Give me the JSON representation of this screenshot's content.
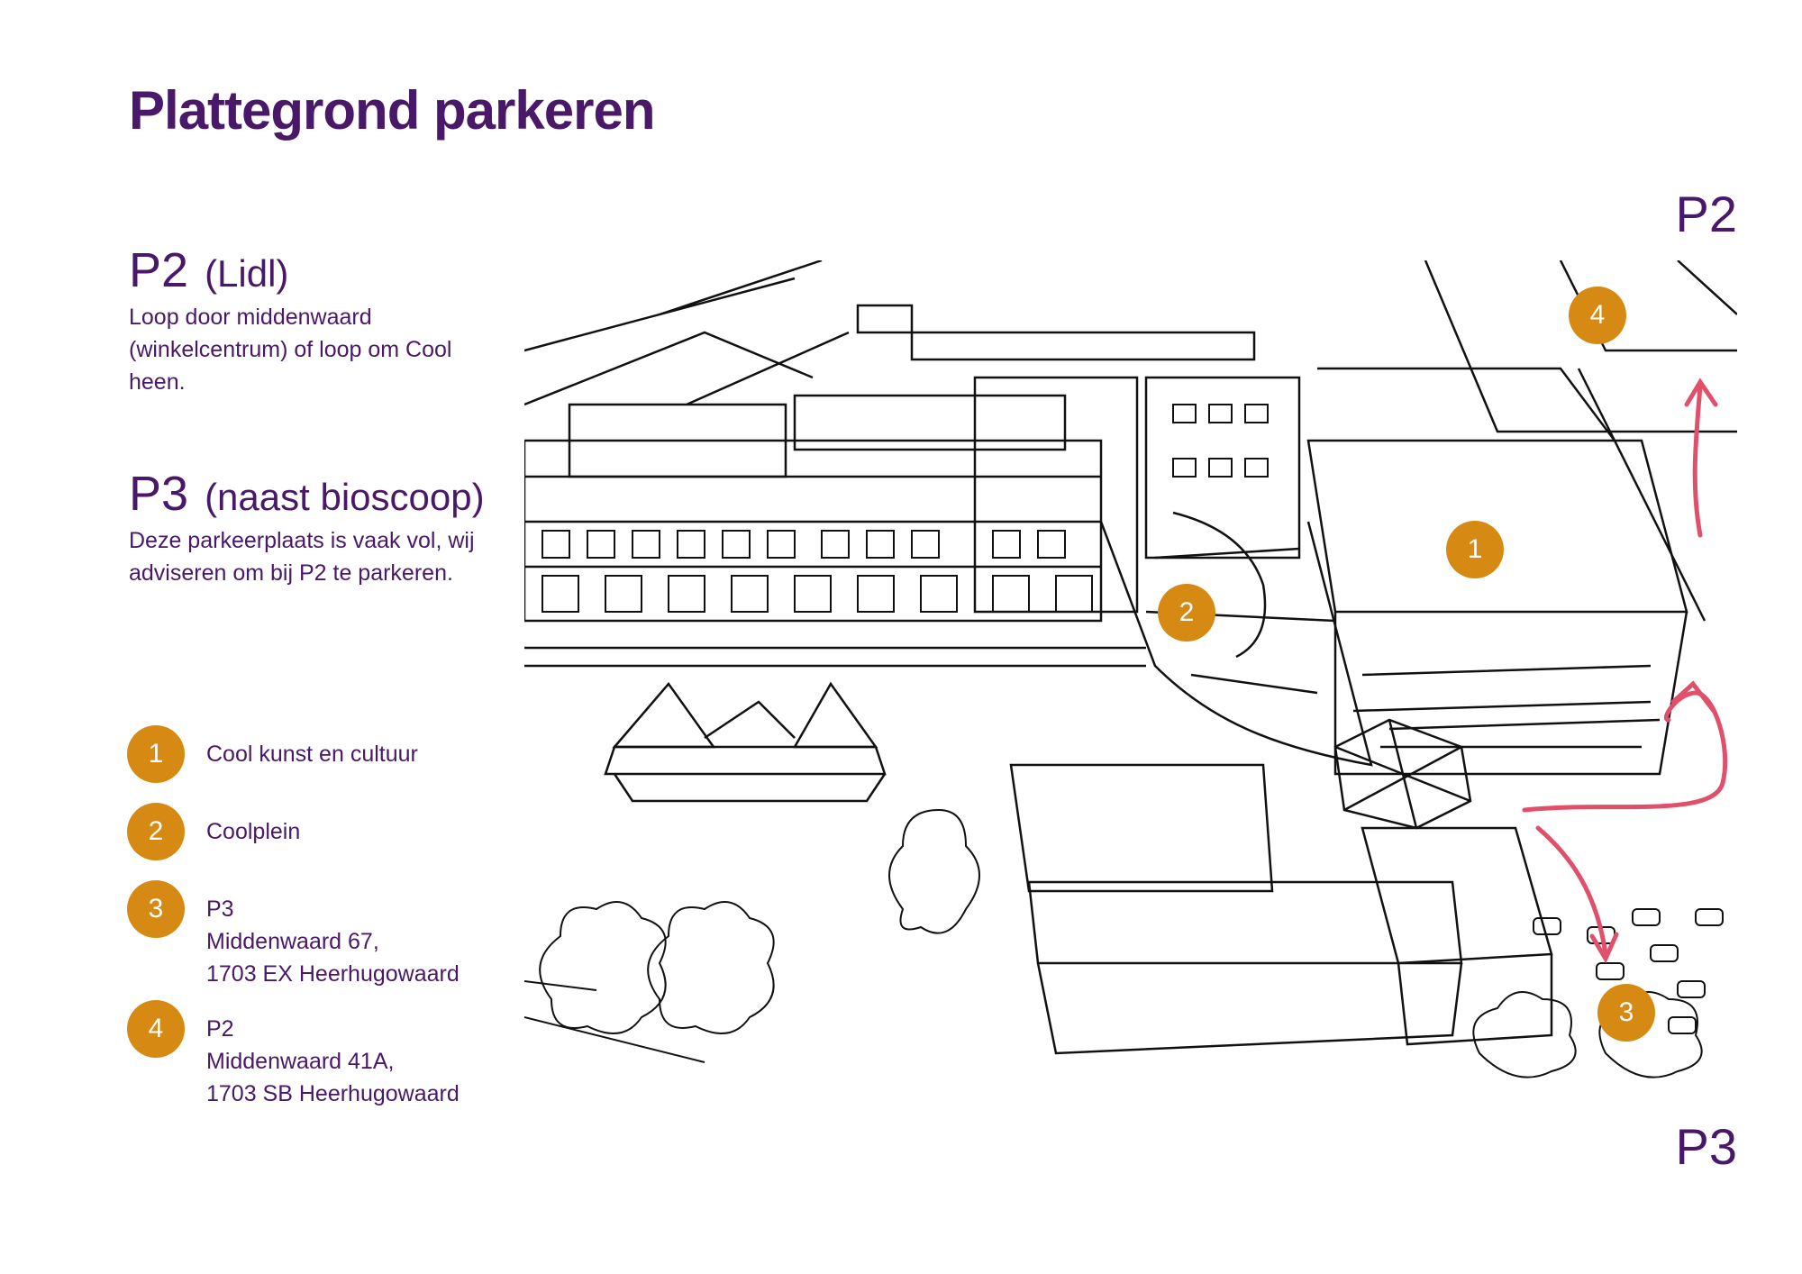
{
  "title": "Plattegrond parkeren",
  "p2": {
    "heading": "P2",
    "sub": "(Lidl)",
    "text": "Loop door middenwaard (winkelcentrum) of loop om Cool heen."
  },
  "p3": {
    "heading": "P3",
    "sub": "(naast bioscoop)",
    "text": "Deze parkeerplaats is vaak vol, wij adviseren om bij P2 te parkeren."
  },
  "legend": [
    {
      "num": "1",
      "lines": [
        "Cool kunst en cultuur"
      ]
    },
    {
      "num": "2",
      "lines": [
        "Coolplein"
      ]
    },
    {
      "num": "3",
      "lines": [
        "P3",
        "Middenwaard 67,",
        "1703 EX Heerhugowaard"
      ]
    },
    {
      "num": "4",
      "lines": [
        "P2",
        "Middenwaard 41A,",
        "1703 SB Heerhugowaard"
      ]
    }
  ],
  "corner_labels": {
    "top": "P2",
    "bottom": "P3"
  },
  "markers": [
    "1",
    "2",
    "3",
    "4"
  ],
  "colors": {
    "purple": "#4a1868",
    "orange": "#d68a14",
    "arrow": "#e0506a"
  }
}
